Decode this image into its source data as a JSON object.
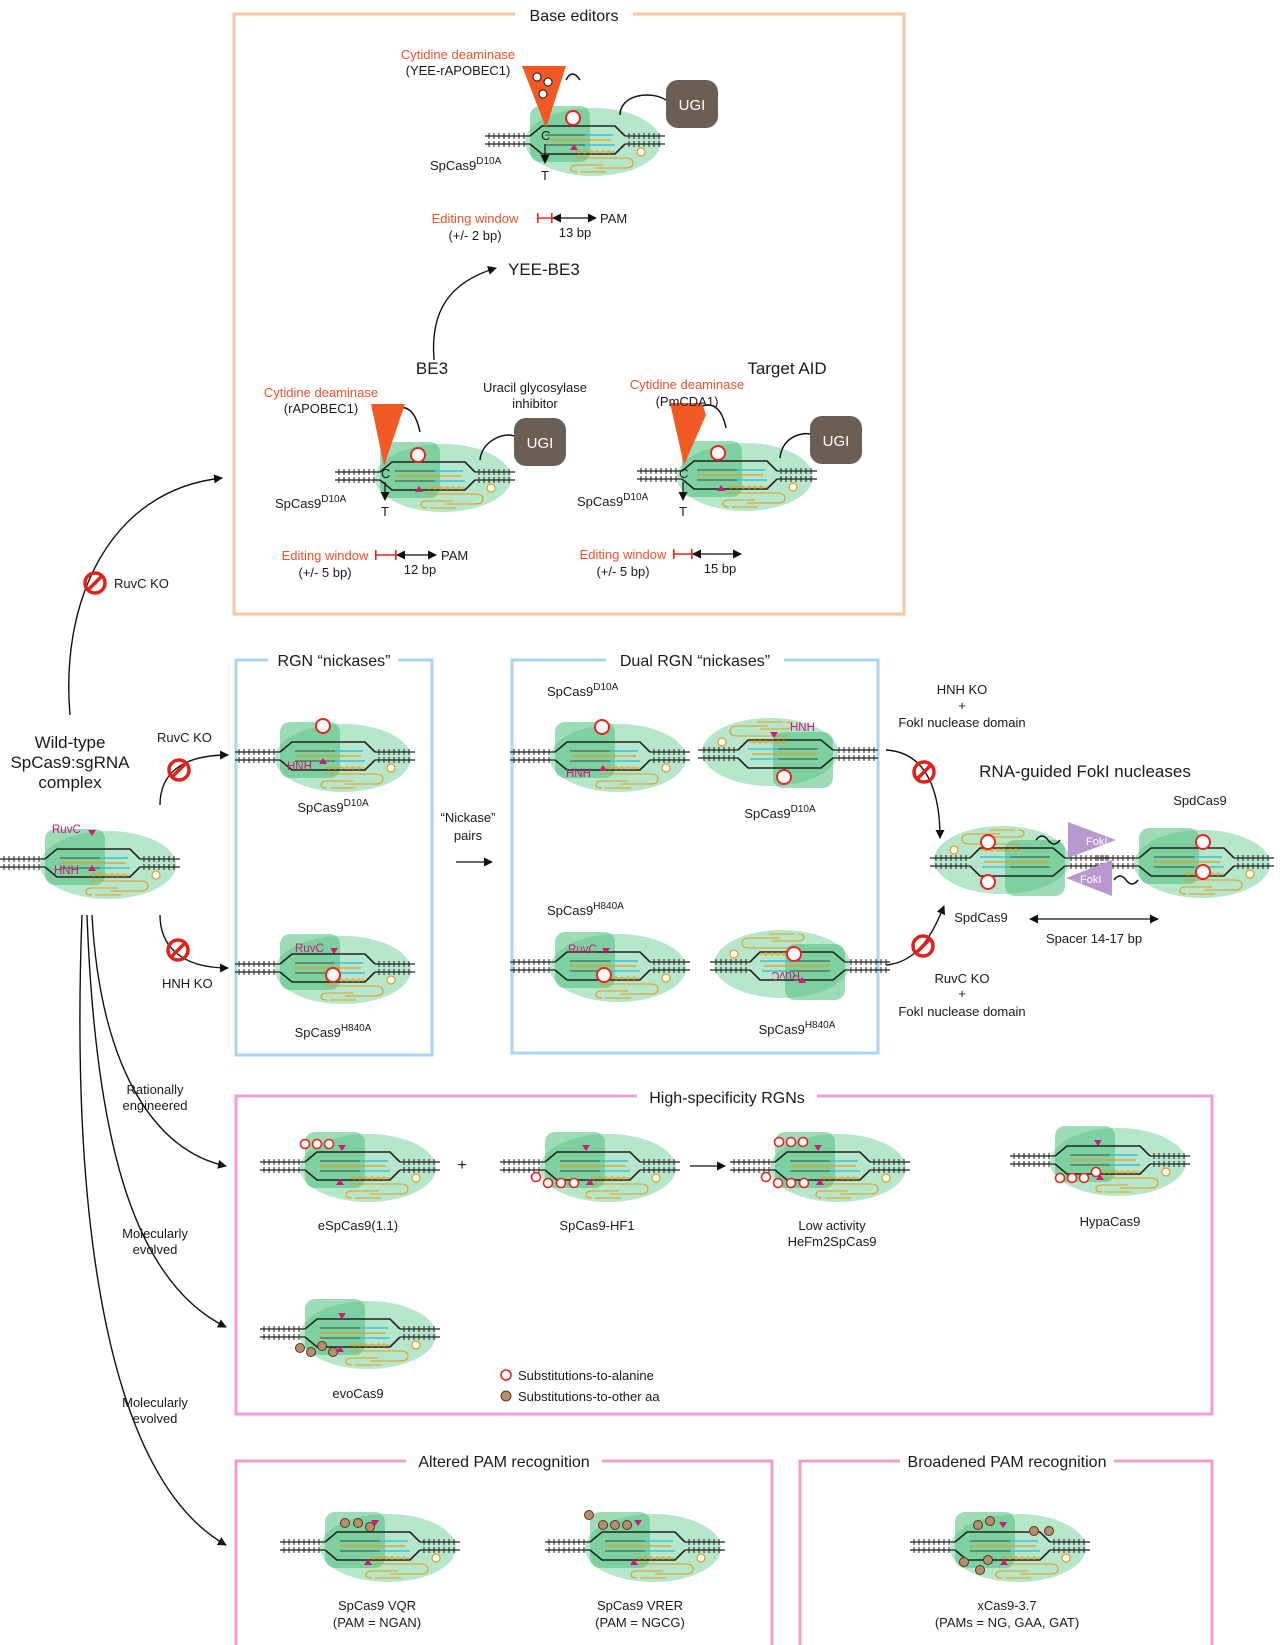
{
  "colors": {
    "base_editors_box": "#f7c7a3",
    "nickase_box": "#a9d6ec",
    "high_spec_box": "#f29ce0",
    "pam_box": "#ee9fc8",
    "protein_fill": "#6fcf97",
    "deaminase": "#f15a24",
    "ugi": "#6b5e55",
    "foki": "#b998cf",
    "mutation_red": "#e8251d",
    "mutation_brown": "#b98c6a",
    "rna": "#e59b1c",
    "magenta": "#d1177a",
    "ko_icon": "#e0211b"
  },
  "wild_type": {
    "line1": "Wild-type",
    "line2": "SpCas9:sgRNA",
    "line3": "complex",
    "ruvc": "RuvC",
    "hnh": "HNH"
  },
  "base_editors": {
    "title": "Base editors",
    "yee": {
      "deaminase": "Cytidine deaminase",
      "deaminase_name": "(YEE-rAPOBEC1)",
      "ugi": "UGI",
      "cas": "SpCas9",
      "cas_sup": "D10A",
      "c": "C",
      "t": "T",
      "window": "Editing window",
      "window_range": "(+/- 2 bp)",
      "pam": "PAM",
      "distance": "13 bp"
    },
    "yee_be3": "YEE-BE3",
    "be3": {
      "label": "BE3",
      "deaminase": "Cytidine deaminase",
      "deaminase_name": "(rAPOBEC1)",
      "inhibitor1": "Uracil glycosylase",
      "inhibitor2": "inhibitor",
      "ugi": "UGI",
      "cas": "SpCas9",
      "cas_sup": "D10A",
      "c": "C",
      "t": "T",
      "window": "Editing window",
      "window_range": "(+/- 5 bp)",
      "pam": "PAM",
      "distance": "12 bp"
    },
    "target_aid": {
      "label": "Target AID",
      "deaminase": "Cytidine deaminase",
      "deaminase_name": "(PmCDA1)",
      "ugi": "UGI",
      "cas": "SpCas9",
      "cas_sup": "D10A",
      "c": "C",
      "t": "T",
      "window": "Editing window",
      "window_range": "(+/- 5 bp)",
      "distance": "15 bp"
    }
  },
  "arrows": {
    "ruvc_ko": "RuvC KO",
    "ruvc_ko_2": "RuvC KO",
    "hnh_ko": "HNH KO",
    "rationally1": "Rationally",
    "rationally2": "engineered",
    "mol1_a": "Molecularly",
    "mol1_b": "evolved",
    "mol2_a": "Molecularly",
    "mol2_b": "evolved",
    "nickase_pairs1": "“Nickase”",
    "nickase_pairs2": "pairs",
    "hnh_ko_fok1": "HNH KO",
    "hnh_ko_fok2": "+",
    "hnh_ko_fok3": "FokI nuclease domain",
    "ruvc_ko_fok1": "RuvC KO",
    "ruvc_ko_fok2": "+",
    "ruvc_ko_fok3": "FokI nuclease domain"
  },
  "nickases": {
    "title": "RGN “nickases”",
    "d10a": "SpCas9",
    "d10a_sup": "D10A",
    "h840a": "SpCas9",
    "h840a_sup": "H840A",
    "hnh": "HNH",
    "ruvc": "RuvC"
  },
  "dual": {
    "title": "Dual RGN “nickases”",
    "top_label": "SpCas9",
    "top_sup": "D10A",
    "top_right": "SpCas9",
    "top_right_sup": "D10A",
    "bottom_label": "SpCas9",
    "bottom_sup": "H840A",
    "bottom_right": "SpCas9",
    "bottom_right_sup": "H840A",
    "hnh": "HNH",
    "ruvc": "RuvC"
  },
  "foki": {
    "title": "RNA-guided FokI nucleases",
    "spdcas9_top": "SpdCas9",
    "spdcas9_bottom": "SpdCas9",
    "foki": "FokI",
    "spacer": "Spacer 14-17 bp"
  },
  "high_spec": {
    "title": "High-specificity RGNs",
    "plus": "+",
    "items": [
      "eSpCas9(1.1)",
      "SpCas9-HF1",
      "Low activity",
      "HeFm2SpCas9",
      "HypaCas9"
    ],
    "evocas9": "evoCas9",
    "legend_ala": "Substitutions-to-alanine",
    "legend_other": "Substitutions-to-other aa"
  },
  "altered_pam": {
    "title": "Altered PAM recognition",
    "vqr": "SpCas9 VQR",
    "vqr_pam": "(PAM = NGAN)",
    "vrer": "SpCas9 VRER",
    "vrer_pam": "(PAM = NGCG)"
  },
  "broadened_pam": {
    "title": "Broadened PAM recognition",
    "name": "xCas9-3.7",
    "pams": "(PAMs = NG, GAA, GAT)"
  }
}
